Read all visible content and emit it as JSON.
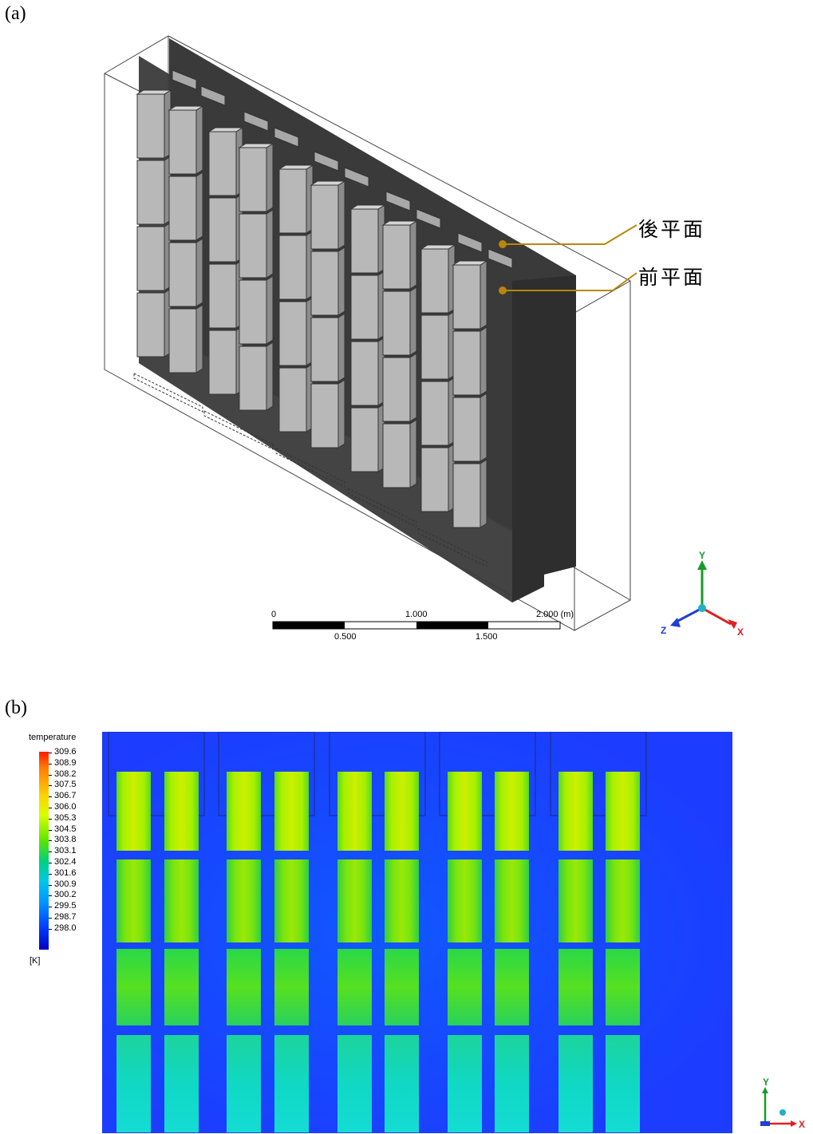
{
  "panel_a": {
    "label": "(a)",
    "callouts": {
      "back_plane": "後平面",
      "front_plane": "前平面"
    },
    "scale_bar": {
      "top_labels": [
        "0",
        "1.000",
        "2.000 (m)"
      ],
      "bottom_labels": [
        "0.500",
        "1.500"
      ]
    },
    "triad": {
      "y": "Y",
      "z": "Z",
      "x": "X"
    }
  },
  "panel_b": {
    "label": "(b)",
    "legend": {
      "title": "temperature",
      "ticks": [
        "309.6",
        "308.9",
        "308.2",
        "307.5",
        "306.7",
        "306.0",
        "305.3",
        "304.5",
        "303.8",
        "303.1",
        "302.4",
        "301.6",
        "300.9",
        "300.2",
        "299.5",
        "298.7",
        "298.0"
      ],
      "unit": "[K]"
    },
    "triad": {
      "y": "Y",
      "x": "X"
    }
  },
  "colors": {
    "plane": "#3a3a3a",
    "box": "#bdbdbd",
    "background_field": "#1c3cff",
    "axis_x": "#e02020",
    "axis_y": "#1a9a2a",
    "axis_z": "#2040d0"
  }
}
